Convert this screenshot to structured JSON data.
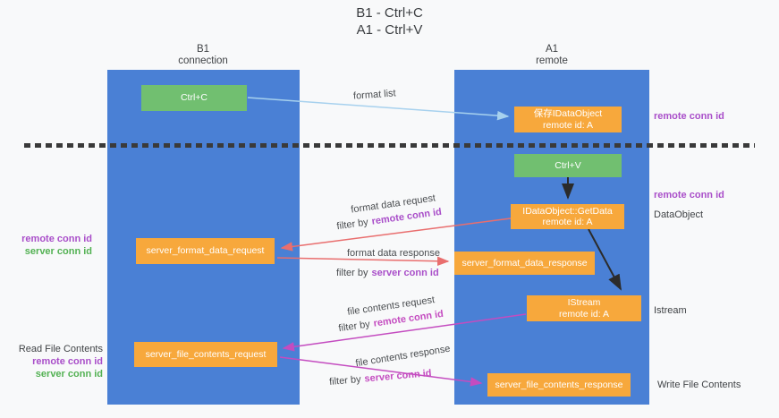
{
  "title": {
    "line1": "B1 - Ctrl+C",
    "line2": "A1 - Ctrl+V"
  },
  "lanes": {
    "left": {
      "name": "B1",
      "subtitle": "connection"
    },
    "right": {
      "name": "A1",
      "subtitle": "remote"
    }
  },
  "nodes": {
    "ctrl_c": "Ctrl+C",
    "ctrl_v": "Ctrl+V",
    "save_idataobject": {
      "line1": "保存IDataObject",
      "line2": "remote id: A"
    },
    "getdata": {
      "line1": "IDataObject::GetData",
      "line2": "remote id: A"
    },
    "istream": {
      "line1": "IStream",
      "line2": "remote id: A"
    },
    "format_request": "server_format_data_request",
    "format_response": "server_format_data_response",
    "file_request": "server_file_contents_request",
    "file_response": "server_file_contents_response"
  },
  "arrow_labels": {
    "format_list": "format list",
    "format_data_request": "format data request",
    "format_request_filter": {
      "prefix": "filter by",
      "highlight": "remote conn id"
    },
    "format_data_response": "format data response",
    "format_response_filter": {
      "prefix": "filter by",
      "highlight": "server conn id"
    },
    "file_contents_request": "file contents request",
    "file_request_filter": {
      "prefix": "filter by",
      "highlight": "remote conn id"
    },
    "file_contents_response": "file contents response",
    "file_response_filter": {
      "prefix": "filter by",
      "highlight": "server conn id"
    }
  },
  "side_labels": {
    "right_remote_conn_id_top": "remote conn id",
    "right_remote_conn_id_mid": "remote conn id",
    "dataobject": "DataObject",
    "istream": "Istream",
    "write_file_contents": "Write File Contents",
    "left_remote_conn_id_1": "remote conn id",
    "left_server_conn_id_1": "server conn id",
    "read_file_contents": "Read File Contents",
    "left_remote_conn_id_2": "remote conn id",
    "left_server_conn_id_2": "server conn id"
  },
  "colors": {
    "lane_blue": "#4a80d5",
    "node_orange": "#f7a83c",
    "node_green": "#71bf70",
    "arrow_black": "#2b2b2b",
    "arrow_salmon": "#e96e6e",
    "arrow_magenta": "#c44cc0",
    "arrow_lightblue": "#a7d1ee",
    "text_purple": "#a94ec9",
    "text_green": "#53b153",
    "background": "#f8f9fa"
  }
}
